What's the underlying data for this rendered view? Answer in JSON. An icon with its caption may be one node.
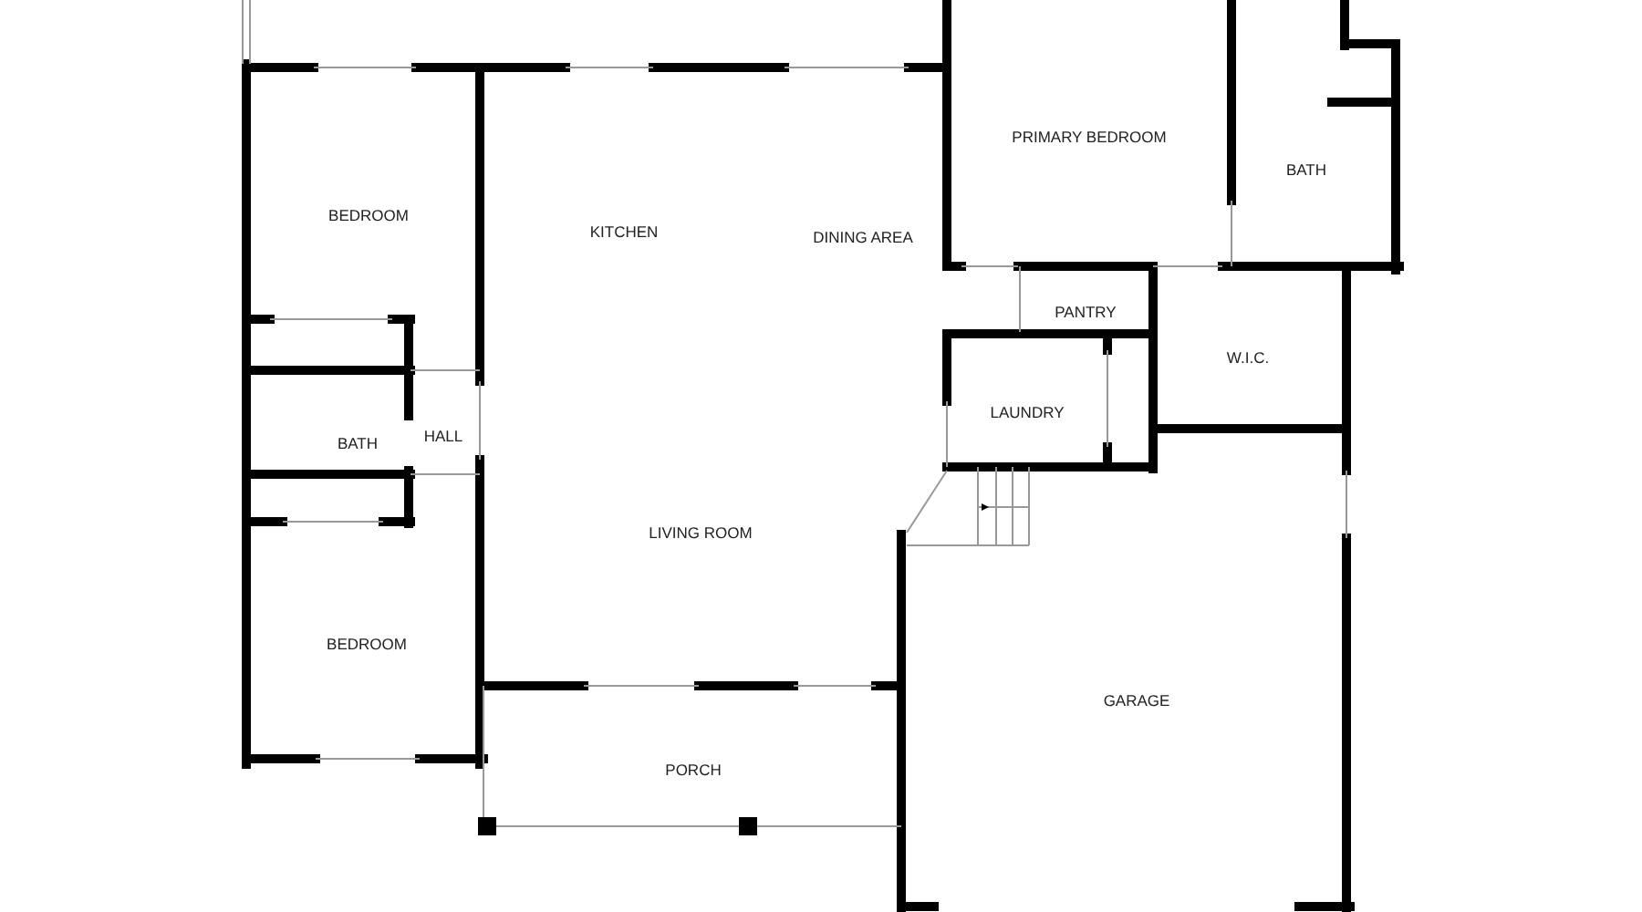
{
  "diagram": {
    "labels": [
      "PRIMARY BEDROOM",
      "BATH",
      "BEDROOM",
      "KITCHEN",
      "DINING AREA",
      "PANTRY",
      "W.I.C.",
      "LAUNDRY",
      "HALL",
      "BATH",
      "LIVING ROOM",
      "BEDROOM",
      "GARAGE",
      "PORCH"
    ]
  }
}
